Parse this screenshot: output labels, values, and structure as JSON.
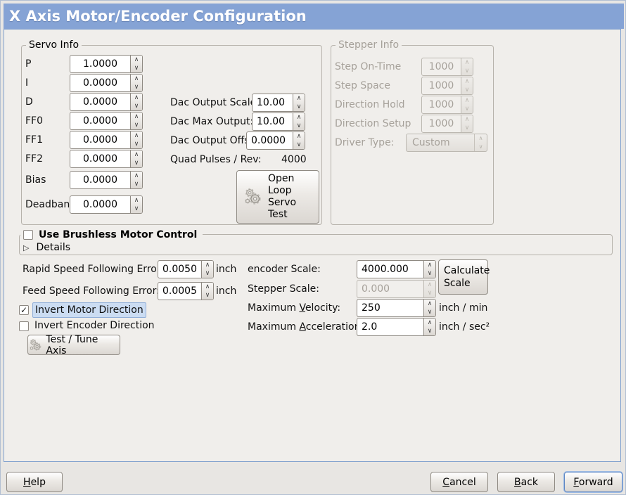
{
  "window": {
    "title": "X Axis Motor/Encoder Configuration"
  },
  "colors": {
    "header_bg": "#85a3d5",
    "panel_border": "#7fa0cd",
    "window_bg": "#e8e6e3",
    "panel_bg": "#f0eeeb",
    "selection_bg": "#cbdcf2",
    "selection_border": "#90aed8"
  },
  "icons": {
    "spin_up": "∧",
    "spin_down": "∨",
    "combo_up": "∧",
    "combo_down": "∨",
    "expander": "▷",
    "checkmark": "✓"
  },
  "servo_info": {
    "frame_label": "Servo Info",
    "rows": [
      {
        "label": "P",
        "value": "1.0000"
      },
      {
        "label": "I",
        "value": "0.0000"
      },
      {
        "label": "D",
        "value": "0.0000"
      },
      {
        "label": "FF0",
        "value": "0.0000"
      },
      {
        "label": "FF1",
        "value": "0.0000"
      },
      {
        "label": "FF2",
        "value": "0.0000"
      },
      {
        "label": "Bias",
        "value": "0.0000"
      },
      {
        "label": "Deadband",
        "value": "0.0000"
      }
    ]
  },
  "dac": {
    "rows": [
      {
        "label": "Dac Output Scale:",
        "value": "10.00"
      },
      {
        "label": "Dac Max Output:",
        "value": "10.00"
      },
      {
        "label": "Dac Output Offset:",
        "value": "0.0000"
      }
    ],
    "quad_label": "Quad Pulses / Rev:",
    "quad_value": "4000",
    "open_loop_button": "Open Loop Servo Test"
  },
  "stepper_info": {
    "frame_label": "Stepper Info",
    "rows": [
      {
        "label": "Step On-Time",
        "value": "1000"
      },
      {
        "label": "Step Space",
        "value": "1000"
      },
      {
        "label": "Direction Hold",
        "value": "1000"
      },
      {
        "label": "Direction Setup",
        "value": "1000"
      }
    ],
    "driver_type_label": "Driver Type:",
    "driver_type_value": "Custom"
  },
  "brushless": {
    "checkbox_label": "Use Brushless Motor Control",
    "check_glyph": "",
    "details_label": "Details"
  },
  "following_error": {
    "rapid_label": "Rapid Speed Following Error:",
    "rapid_value": "0.0050",
    "rapid_unit": "inch",
    "feed_label": "Feed Speed Following Error:",
    "feed_value": "0.0005",
    "feed_unit": "inch"
  },
  "scale": {
    "encoder_label": "encoder Scale:",
    "encoder_value": "4000.000",
    "stepper_label": "Stepper Scale:",
    "stepper_value": "0.000",
    "calc_button": "Calculate Scale",
    "velocity_pre": "Maximum ",
    "velocity_mn": "V",
    "velocity_rest": "elocity:",
    "velocity_value": "250",
    "velocity_unit": "inch / min",
    "accel_pre": "Maximum ",
    "accel_mn": "A",
    "accel_rest": "cceleration:",
    "accel_value": "2.0",
    "accel_unit": "inch / sec²"
  },
  "invert": {
    "motor_label": "Invert Motor Direction",
    "motor_check_glyph": "✓",
    "encoder_label": "Invert Encoder Direction",
    "encoder_check_glyph": ""
  },
  "test_button": "Test / Tune Axis",
  "actions": {
    "help": {
      "mn": "H",
      "rest": "elp"
    },
    "cancel": {
      "mn": "C",
      "rest": "ancel"
    },
    "back": {
      "mn": "B",
      "rest": "ack"
    },
    "forward": {
      "mn": "F",
      "rest": "orward"
    }
  }
}
